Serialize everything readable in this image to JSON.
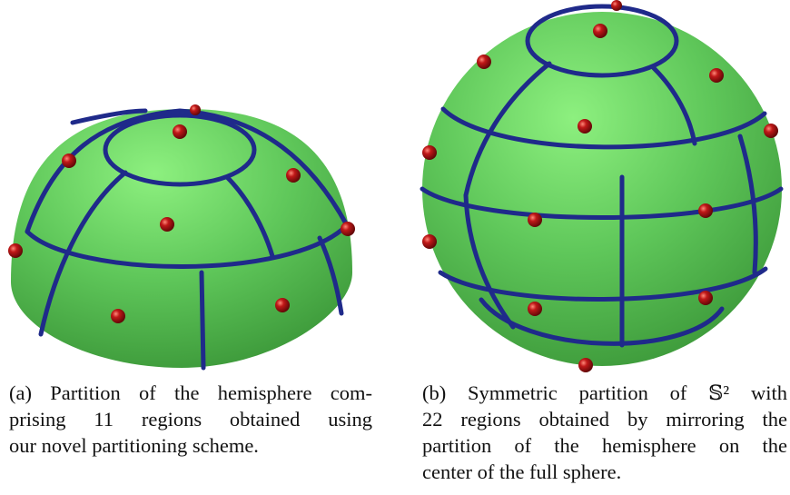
{
  "figures": [
    {
      "id": "a",
      "caption_lines": [
        "(a) Partition of the hemisphere com-",
        "prising 11 regions obtained using",
        "our novel partitioning scheme."
      ]
    },
    {
      "id": "b",
      "caption_lines": [
        "(b) Symmetric partition of 𝕊² with",
        "22 regions obtained by mirroring the",
        "partition of the hemisphere on the",
        "center of the full sphere."
      ]
    }
  ],
  "colors": {
    "surface": "#5fc75a",
    "surface_shadow": "#2f7a30",
    "boundary": "#1f2a8a",
    "marker": "#a01010"
  }
}
